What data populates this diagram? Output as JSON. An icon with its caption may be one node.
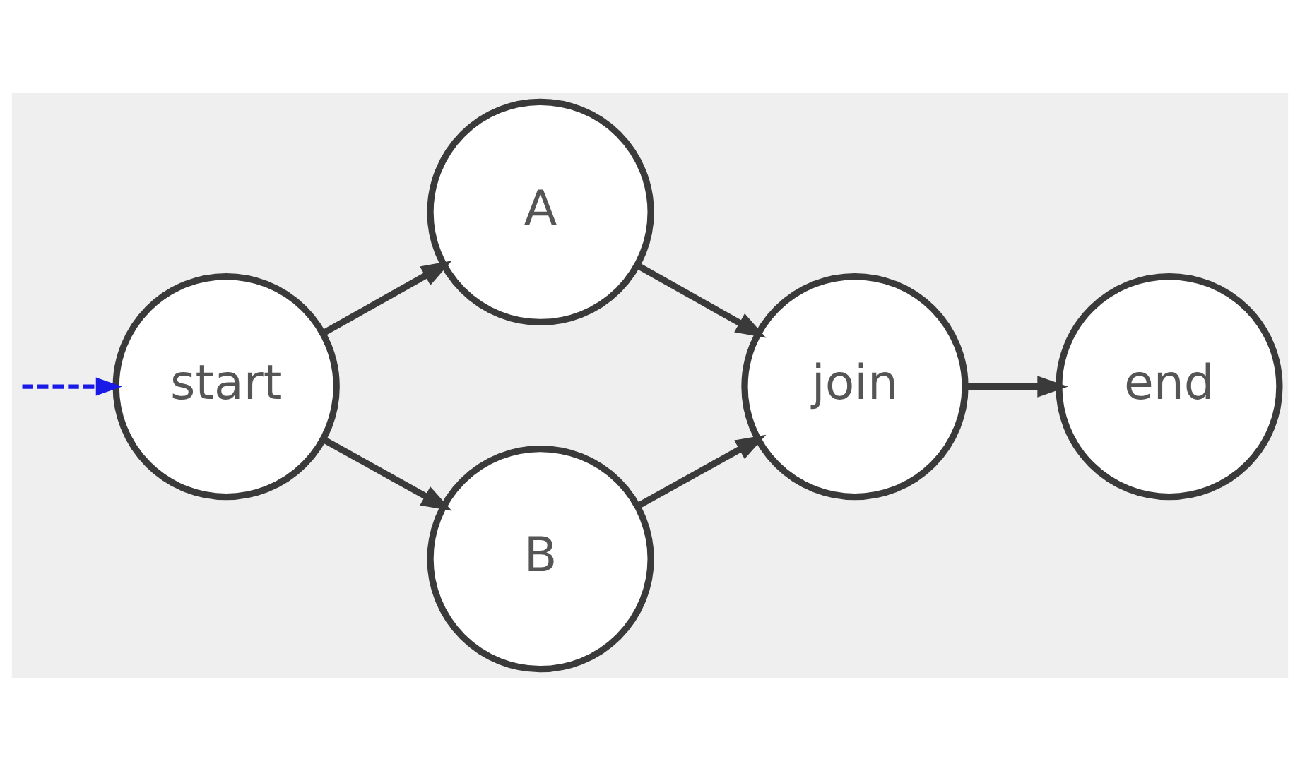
{
  "diagram": {
    "nodes": [
      {
        "text": [
          "start"
        ]
      },
      {
        "text": [
          "A"
        ]
      },
      {
        "text": [
          "B"
        ]
      },
      {
        "text": [
          "join"
        ]
      },
      {
        "text": [
          "end"
        ]
      }
    ],
    "edges": [
      {
        "from": null,
        "to": 0,
        "arrow": "to",
        "style": "dashed",
        "color": "#1a1ae6"
      },
      {
        "from": 0,
        "to": 1,
        "arrow": "to"
      },
      {
        "from": 0,
        "to": 2,
        "arrow": "to"
      },
      {
        "from": 1,
        "to": 3,
        "arrow": "to"
      },
      {
        "from": 2,
        "to": 3,
        "arrow": "to"
      },
      {
        "from": 3,
        "to": 4,
        "arrow": "to"
      }
    ]
  }
}
